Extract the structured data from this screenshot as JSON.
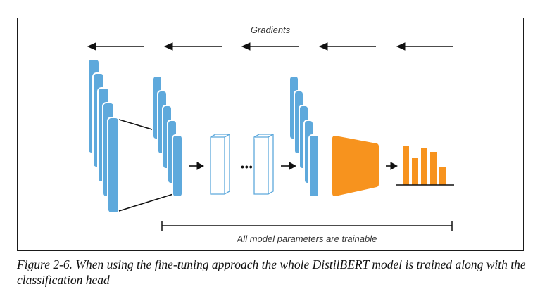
{
  "diagram": {
    "gradients_label": "Gradients",
    "trainable_label": "All model parameters are trainable",
    "ellipsis": "•••",
    "colors": {
      "blue": "#5ea9dc",
      "orange": "#f7931e",
      "frame": "#1a1a1a",
      "outline_blue": "#5ea9dc"
    },
    "icons": [
      "arrow-left-icon",
      "arrow-right-icon",
      "embedding-stack-icon",
      "encoder-block-icon",
      "classifier-head-icon",
      "bar-chart-icon"
    ]
  },
  "caption": {
    "text": "Figure 2-6. When using the fine-tuning approach the whole DistilBERT model is trained along with the classification head"
  }
}
